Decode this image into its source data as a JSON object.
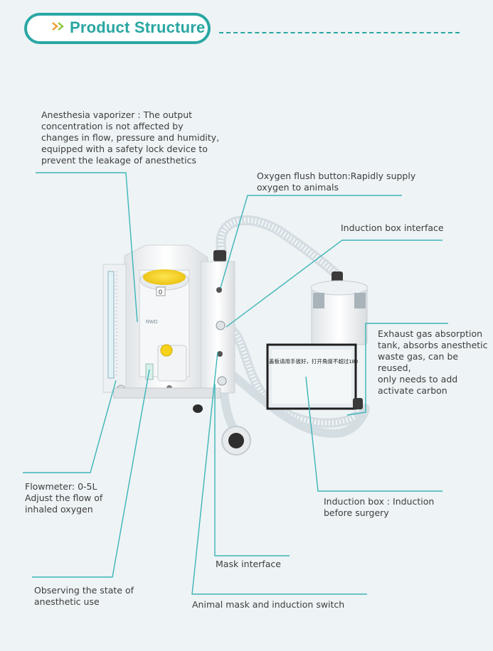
{
  "header": {
    "title": "Product Structure"
  },
  "device": {
    "dial_number": "0",
    "brand_text": "RWD",
    "induction_box_chinese": "盖板请用手拔好，打开角度不超过180"
  },
  "callouts": {
    "vaporizer": "Anesthesia vaporizer : The output\nconcentration is not affected by\nchanges in flow, pressure and humidity,\nequipped with a safety lock device to\nprevent the leakage of anesthetics",
    "oxygen_flush": "Oxygen flush button:Rapidly supply\noxygen to animals",
    "induction_interface": "Induction box interface",
    "exhaust": "Exhaust gas absorption\ntank, absorbs anesthetic\nwaste gas, can be reused,\nonly needs to add\nactivate carbon",
    "flowmeter": "Flowmeter: 0-5L\nAdjust the flow of\ninhaled oxygen",
    "induction_box": "Induction box : Induction\nbefore surgery",
    "mask_interface": "Mask interface",
    "observing": "Observing the state of\nanesthetic use",
    "mask_switch": "Animal mask and induction switch"
  },
  "colors": {
    "accent": "#29a7a4",
    "leader_line": "#3bb5b8",
    "dial_yellow": "#f6d21a",
    "text": "#3d3d3d"
  }
}
